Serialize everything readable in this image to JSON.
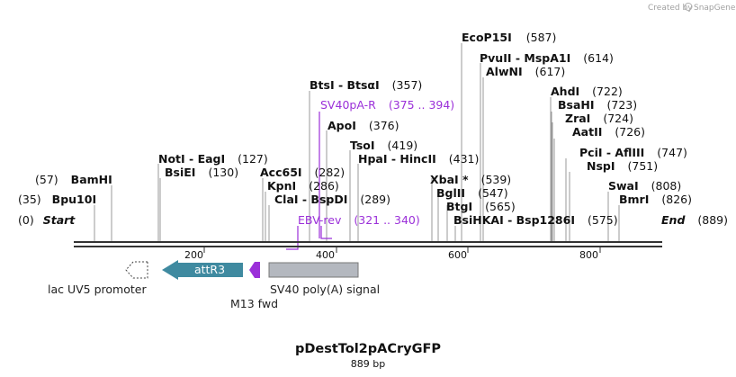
{
  "watermark": {
    "prefix": "Created by",
    "brand": "SnapGene"
  },
  "plasmid": {
    "name": "pDestTol2pACryGFP",
    "length_label": "889 bp",
    "length": 889
  },
  "ruler": {
    "ticks": [
      "200",
      "400",
      "600",
      "800"
    ]
  },
  "sites": [
    {
      "id": "ecop15i",
      "name": "EcoP15I",
      "pos": "(587)"
    },
    {
      "id": "pvuii",
      "name": "PvuII - MspA1I",
      "pos": "(614)"
    },
    {
      "id": "alwni",
      "name": "AlwNI",
      "pos": "(617)"
    },
    {
      "id": "btsi",
      "name": "BtsI - BtsαI",
      "pos": "(357)"
    },
    {
      "id": "ahdi",
      "name": "AhdI",
      "pos": "(722)"
    },
    {
      "id": "bsahi",
      "name": "BsaHI",
      "pos": "(723)"
    },
    {
      "id": "apoi",
      "name": "ApoI",
      "pos": "(376)"
    },
    {
      "id": "zrai",
      "name": "ZraI",
      "pos": "(724)"
    },
    {
      "id": "aatii",
      "name": "AatII",
      "pos": "(726)"
    },
    {
      "id": "tsoi",
      "name": "TsoI",
      "pos": "(419)"
    },
    {
      "id": "noti",
      "name": "NotI - EagI",
      "pos": "(127)"
    },
    {
      "id": "hpai",
      "name": "HpaI - HincII",
      "pos": "(431)"
    },
    {
      "id": "pcii",
      "name": "PciI - AflIII",
      "pos": "(747)"
    },
    {
      "id": "bsiei",
      "name": "BsiEI",
      "pos": "(130)"
    },
    {
      "id": "acc65i",
      "name": "Acc65I",
      "pos": "(282)"
    },
    {
      "id": "nspi",
      "name": "NspI",
      "pos": "(751)"
    },
    {
      "id": "bamhi",
      "name": "BamHI",
      "pos": "(57)"
    },
    {
      "id": "xbai",
      "name": "XbaI *",
      "pos": "(539)"
    },
    {
      "id": "kpni",
      "name": "KpnI",
      "pos": "(286)"
    },
    {
      "id": "bglii",
      "name": "BglII",
      "pos": "(547)"
    },
    {
      "id": "swai",
      "name": "SwaI",
      "pos": "(808)"
    },
    {
      "id": "bpu10i",
      "name": "Bpu10I",
      "pos": "(35)"
    },
    {
      "id": "clai",
      "name": "ClaI - BspDI",
      "pos": "(289)"
    },
    {
      "id": "btgi",
      "name": "BtgI",
      "pos": "(565)"
    },
    {
      "id": "bmri",
      "name": "BmrI",
      "pos": "(826)"
    },
    {
      "id": "bsihkai",
      "name": "BsiHKAI - Bsp1286I",
      "pos": "(575)"
    },
    {
      "id": "start",
      "name": "Start",
      "pos": "(0)"
    },
    {
      "id": "end",
      "name": "End",
      "pos": "(889)"
    }
  ],
  "primers": [
    {
      "id": "sv40pa-r",
      "name": "SV40pA-R",
      "range": "(375 .. 394)"
    },
    {
      "id": "ebv-rev",
      "name": "EBV-rev",
      "range": "(321 .. 340)"
    }
  ],
  "features": [
    {
      "id": "lac-uv5",
      "name": "lac UV5 promoter",
      "color": "#ffffff"
    },
    {
      "id": "attr3",
      "name": "attR3",
      "color": "#3f8aa0"
    },
    {
      "id": "m13fwd",
      "name": "M13 fwd",
      "color": "#9b30d9"
    },
    {
      "id": "sv40",
      "name": "SV40 poly(A) signal",
      "color": "#b4b8bf"
    }
  ]
}
